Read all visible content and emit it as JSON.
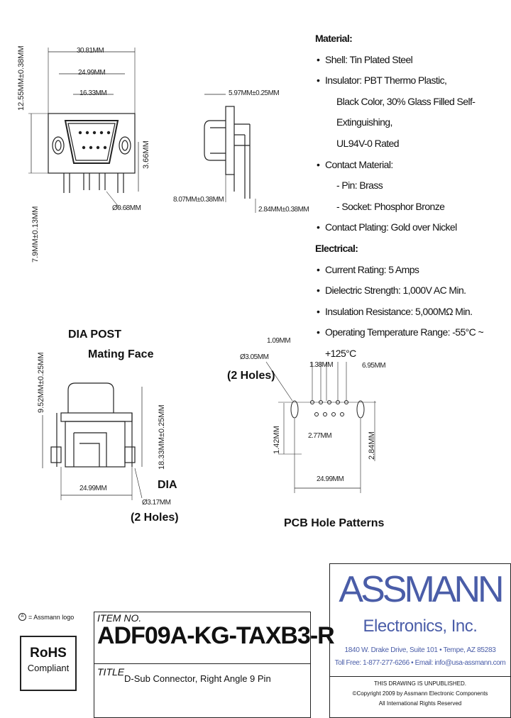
{
  "specs": {
    "material_heading": "Material:",
    "shell": "Shell: Tin Plated Steel",
    "insulator": "Insulator: PBT Thermo Plastic,",
    "insulator_cont1": "Black Color, 30% Glass Filled Self-Extinguishing,",
    "insulator_cont2": "UL94V-0 Rated",
    "contact_material": "Contact Material:",
    "pin": "- Pin: Brass",
    "socket": "- Socket: Phosphor Bronze",
    "contact_plating": "Contact Plating: Gold over Nickel",
    "electrical_heading": "Electrical:",
    "current_rating": "Current Rating: 5 Amps",
    "dielectric": "Dielectric Strength: 1,000V AC Min.",
    "insulation": "Insulation Resistance: 5,000MΩ Min.",
    "temperature": "Operating Temperature Range: -55°C ~ +125°C"
  },
  "front_view": {
    "d1": "30.81MM",
    "d2": "24.99MM",
    "d3": "16.33MM",
    "d4": "12.55MM±0.38MM",
    "d5": "3.66MM",
    "d6": "7.9MM±0.13MM",
    "d7": "Ø0.68MM"
  },
  "side_view": {
    "d1": "5.97MM±0.25MM",
    "d2": "8.07MM±0.38MM",
    "d3": "2.84MM±0.38MM"
  },
  "bottom_view": {
    "dia_post": "DIA POST",
    "mating_face": "Mating Face",
    "d1": "9.52MM±0.25MM",
    "d2": "18.33MM±0.25MM",
    "d3": "24.99MM",
    "dia": "DIA",
    "d4": "Ø3.17MM",
    "two_holes": "(2 Holes)"
  },
  "pcb": {
    "d1": "1.09MM",
    "d2": "Ø3.05MM",
    "two_holes": "(2 Holes)",
    "d3": "1.38MM",
    "d4": "6.95MM",
    "d5": "1.42MM",
    "d6": "2.77MM",
    "d7": "2.84MM",
    "d8": "24.99MM",
    "title": "PCB Hole Patterns"
  },
  "footer": {
    "logo_note": "= Assmann logo",
    "rohs": "RoHS",
    "compliant": "Compliant",
    "item_label": "ITEM NO.",
    "item_no": "ADF09A-KG-TAXB3-R",
    "title_label": "TITLE",
    "title_value": "D-Sub Connector, Right Angle 9 Pin",
    "brand": "ASSMANN",
    "brand_sub": "Electronics, Inc.",
    "address": "1840 W. Drake Drive, Suite 101 • Tempe, AZ 85283",
    "contact": "Toll Free: 1-877-277-6266 • Email: info@usa-assmann.com",
    "notice1": "THIS DRAWING IS UNPUBLISHED.",
    "notice2": "©Copyright 2009 by Assmann Electronic Components",
    "notice3": "All International Rights Reserved"
  }
}
